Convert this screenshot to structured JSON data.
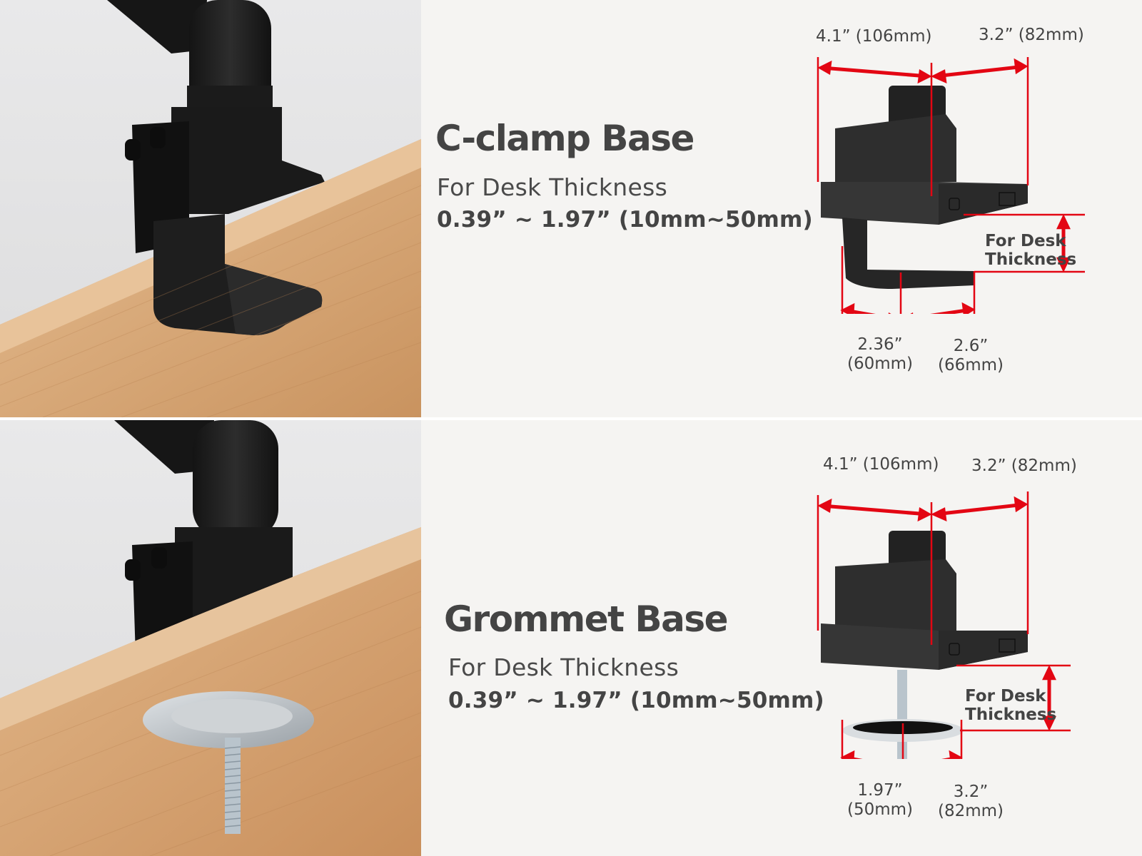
{
  "colors": {
    "background": "#f5f4f2",
    "text": "#444444",
    "dimension_red": "#e30613",
    "product_black": "#2a2a2a",
    "wood": "#d2a06f"
  },
  "sections": [
    {
      "id": "c-clamp",
      "title": "C-clamp Base",
      "subtitle": "For Desk Thickness",
      "range": "0.39” ~ 1.97” (10mm~50mm)",
      "photo_icon": "c-clamp-photo",
      "dimensions": {
        "top_left": "4.1” (106mm)",
        "top_right": "3.2” (82mm)",
        "thickness_line1": "For Desk",
        "thickness_line2": "Thickness",
        "bottom_left_in": "2.36”",
        "bottom_left_mm": "(60mm)",
        "bottom_right_in": "2.6”",
        "bottom_right_mm": "(66mm)"
      }
    },
    {
      "id": "grommet",
      "title": "Grommet Base",
      "subtitle": "For Desk Thickness",
      "range": "0.39” ~ 1.97” (10mm~50mm)",
      "photo_icon": "grommet-photo",
      "dimensions": {
        "top_left": "4.1” (106mm)",
        "top_right": "3.2” (82mm)",
        "thickness_line1": "For Desk",
        "thickness_line2": "Thickness",
        "bottom_left_in": "1.97”",
        "bottom_left_mm": "(50mm)",
        "bottom_right_in": "3.2”",
        "bottom_right_mm": "(82mm)"
      }
    }
  ]
}
